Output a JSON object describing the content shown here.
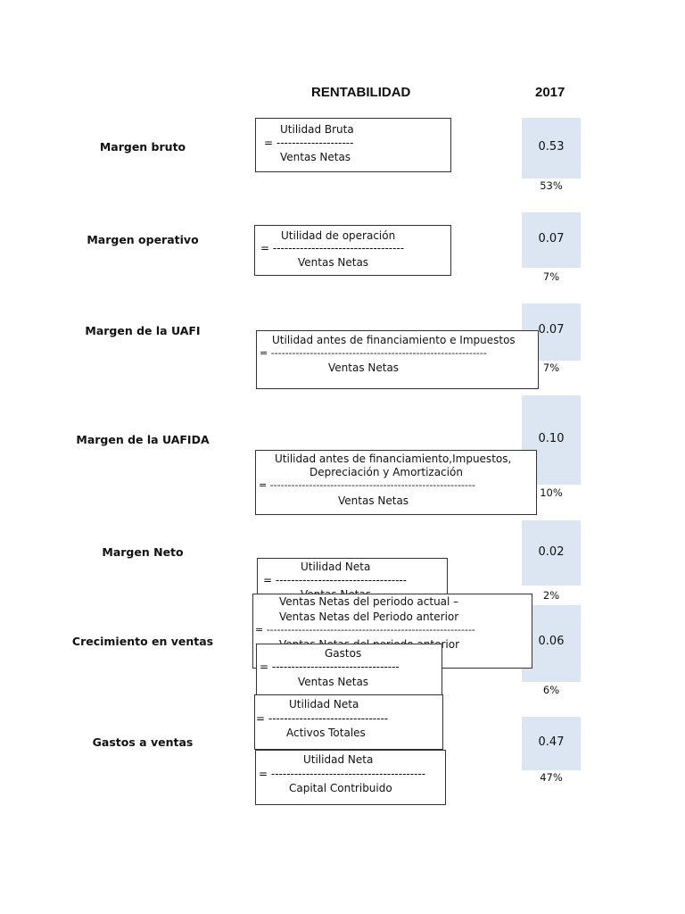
{
  "header": {
    "title": "RENTABILIDAD",
    "year": "2017"
  },
  "rows": [
    {
      "label": "Margen bruto",
      "value": "0.53",
      "pct": "53%"
    },
    {
      "label": "Margen operativo",
      "value": "0.07",
      "pct": "7%"
    },
    {
      "label": "Margen de la UAFI",
      "value": "0.07",
      "pct": "7%"
    },
    {
      "label": "Margen de la UAFIDA",
      "value": "0.10",
      "pct": "10%"
    },
    {
      "label": "Margen Neto",
      "value": "0.02",
      "pct": "2%"
    },
    {
      "label": "Crecimiento en ventas",
      "value": "0.06",
      "pct": "6%"
    },
    {
      "label": "Gastos a ventas",
      "value": "0.47",
      "pct": "47%"
    }
  ],
  "formulas": [
    {
      "numerator": "Utilidad Bruta",
      "divider": "= --------------------",
      "denominator": "Ventas Netas"
    },
    {
      "numerator": "Utilidad de operación",
      "divider": "= ----------------------------------",
      "denominator": "Ventas Netas"
    },
    {
      "numerator": "Utilidad antes de financiamiento e Impuestos",
      "divider": "= -------------------------------------------------------------",
      "denominator": "Ventas Netas"
    },
    {
      "numerator_line1": "Utilidad antes de financiamiento,Impuestos,",
      "numerator_line2": "Depreciación y Amortización",
      "divider": "= ----------------------------------------------------------",
      "denominator": "Ventas Netas"
    },
    {
      "numerator": "Utilidad Neta",
      "divider": "= ----------------------------------",
      "denominator": "Ventas Netas"
    },
    {
      "numerator_line1": "Ventas Netas del periodo actual –",
      "numerator_line2": "Ventas Netas del Periodo anterior",
      "divider": "= -----------------------------------------------------------",
      "denominator": "Ventas Netas del periodo anterior"
    },
    {
      "numerator": "Gastos",
      "divider": "= ---------------------------------",
      "denominator": "Ventas Netas"
    },
    {
      "numerator": "Utilidad Neta",
      "divider": "= -------------------------------",
      "denominator": "Activos Totales"
    },
    {
      "numerator": "Utilidad Neta",
      "divider": "= ----------------------------------------",
      "denominator": "Capital Contribuido"
    }
  ]
}
